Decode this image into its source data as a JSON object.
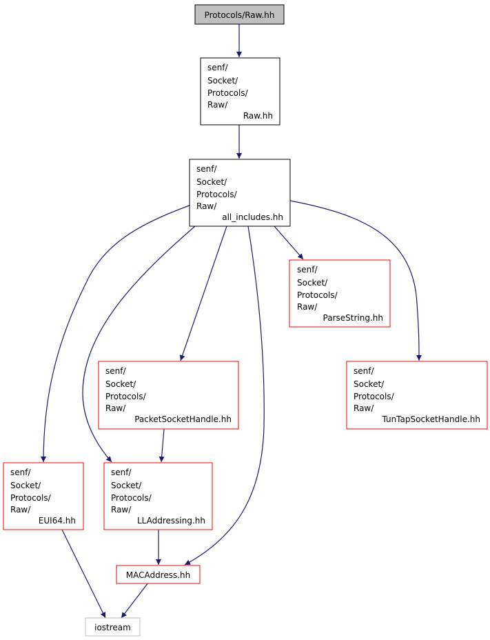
{
  "colors": {
    "edge": "#191970",
    "root_fill": "#bfbfbf",
    "border_black": "#000000",
    "border_red": "#ff0000",
    "border_gray": "#bfbfbf"
  },
  "nodes": {
    "root": {
      "label": "Protocols/Raw.hh"
    },
    "raw_hh": {
      "lines": [
        "senf/",
        "Socket/",
        "Protocols/",
        "Raw/",
        "Raw.hh"
      ]
    },
    "all_includes": {
      "lines": [
        "senf/",
        "Socket/",
        "Protocols/",
        "Raw/",
        "all_includes.hh"
      ]
    },
    "parsestring": {
      "lines": [
        "senf/",
        "Socket/",
        "Protocols/",
        "Raw/",
        "ParseString.hh"
      ]
    },
    "packetsockethandle": {
      "lines": [
        "senf/",
        "Socket/",
        "Protocols/",
        "Raw/",
        "PacketSocketHandle.hh"
      ]
    },
    "tuntapsockethandle": {
      "lines": [
        "senf/",
        "Socket/",
        "Protocols/",
        "Raw/",
        "TunTapSocketHandle.hh"
      ]
    },
    "eui64": {
      "lines": [
        "senf/",
        "Socket/",
        "Protocols/",
        "Raw/",
        "EUI64.hh"
      ]
    },
    "lladdressing": {
      "lines": [
        "senf/",
        "Socket/",
        "Protocols/",
        "Raw/",
        "LLAddressing.hh"
      ]
    },
    "macaddress": {
      "label": "MACAddress.hh"
    },
    "iostream": {
      "label": "iostream"
    }
  }
}
